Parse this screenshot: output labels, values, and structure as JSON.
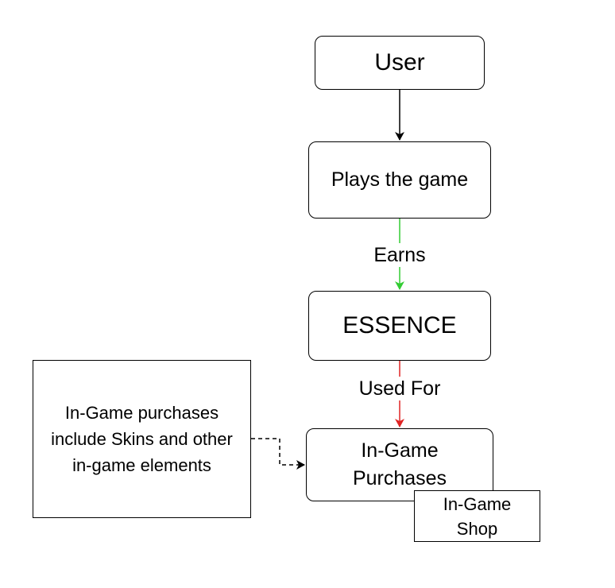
{
  "nodes": {
    "user": "User",
    "plays": "Plays the game",
    "essence": "ESSENCE",
    "purchases": "In-Game Purchases",
    "shop": "In-Game Shop"
  },
  "note": {
    "text": "In-Game purchases include Skins and other in-game elements"
  },
  "edges": {
    "earns": "Earns",
    "used_for": "Used For"
  },
  "colors": {
    "earns_edge": "#33cc33",
    "used_for_edge": "#e02424",
    "default_edge": "#000000"
  }
}
